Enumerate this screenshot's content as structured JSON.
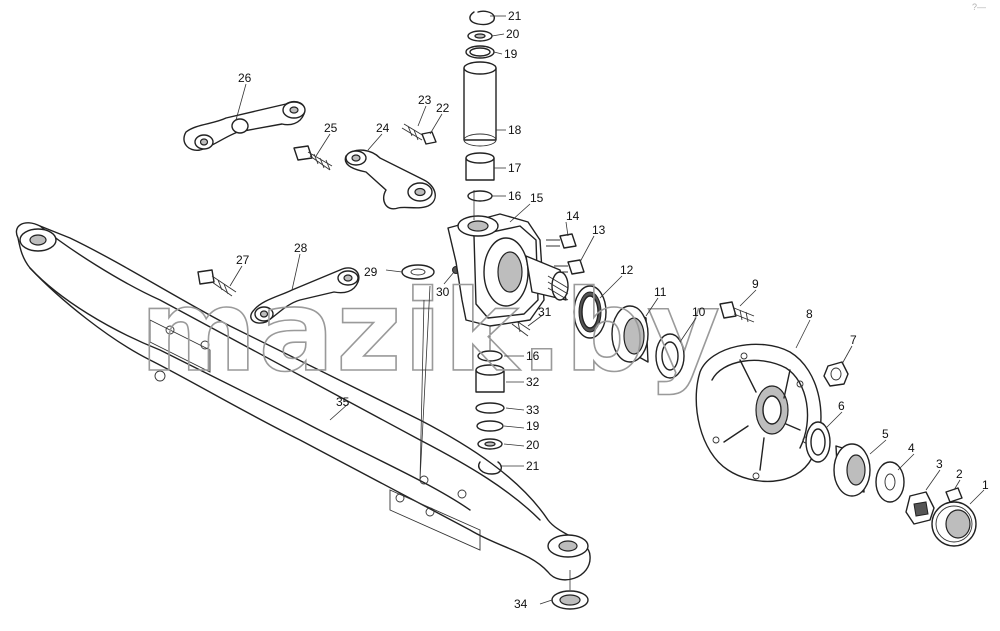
{
  "watermark": "mazik.by",
  "corner_mark": "?—",
  "callouts": [
    "1",
    "2",
    "3",
    "4",
    "5",
    "6",
    "7",
    "8",
    "9",
    "10",
    "11",
    "12",
    "13",
    "14",
    "15",
    "16",
    "16",
    "17",
    "18",
    "19",
    "19",
    "20",
    "20",
    "21",
    "21",
    "22",
    "23",
    "24",
    "25",
    "26",
    "27",
    "28",
    "29",
    "30",
    "31",
    "32",
    "33",
    "34",
    "35"
  ],
  "colors": {
    "line": "#222222",
    "shade": "#bdbdbd",
    "watermark": "#9a9a9a"
  }
}
